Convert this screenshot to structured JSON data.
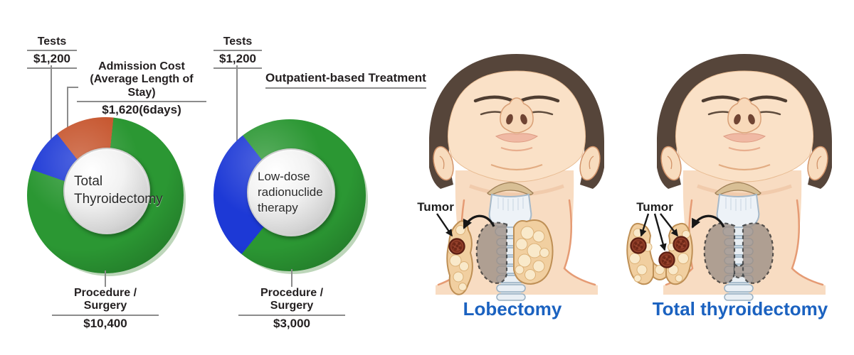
{
  "charts": [
    {
      "center_lines": [
        "Total",
        "Thyroidectomy"
      ],
      "callouts": {
        "tests": {
          "title": "Tests",
          "value": "$1,200"
        },
        "admission": {
          "line1": "Admission Cost",
          "line2": "(Average Length of Stay)",
          "value": "$1,620(6days)"
        },
        "procedure": {
          "title": "Procedure / Surgery",
          "value": "$10,400"
        }
      }
    },
    {
      "center_lines": [
        "Low-dose",
        "radionuclide",
        "therapy"
      ],
      "header": "Outpatient-based Treatment",
      "callouts": {
        "tests": {
          "title": "Tests",
          "value": "$1,200"
        },
        "procedure": {
          "title": "Procedure / Surgery",
          "value": "$3,000"
        }
      }
    }
  ],
  "chart_data": [
    {
      "type": "pie",
      "donut": true,
      "title": "Total Thyroidectomy",
      "categories": [
        "Procedure / Surgery",
        "Tests",
        "Admission Cost (Average Length of Stay)"
      ],
      "values": [
        10400,
        1200,
        1620
      ],
      "value_labels": [
        "$10,400",
        "$1,200",
        "$1,620(6days)"
      ],
      "colors": [
        "#2B9733",
        "#1D39D6",
        "#C6542C"
      ],
      "start_angle_deg": 6,
      "units": "USD",
      "center_label": "Total Thyroidectomy",
      "legend_position": "callouts"
    },
    {
      "type": "pie",
      "donut": true,
      "title": "Low-dose radionuclide therapy",
      "annotation": "Outpatient-based Treatment",
      "categories": [
        "Procedure / Surgery",
        "Tests"
      ],
      "values": [
        3000,
        1200
      ],
      "value_labels": [
        "$3,000",
        "$1,200"
      ],
      "colors": [
        "#2B9733",
        "#1D39D6"
      ],
      "start_angle_deg": -38,
      "units": "USD",
      "center_label": "Low-dose radionuclide therapy",
      "legend_position": "callouts"
    }
  ],
  "illustrations": [
    {
      "caption": "Lobectomy",
      "tumor_label": "Tumor",
      "tumor_count": 1
    },
    {
      "caption": "Total thyroidectomy",
      "tumor_label": "Tumor",
      "tumor_count": 3
    }
  ],
  "colors": {
    "segment_green": "#2B9733",
    "segment_blue": "#1D39D6",
    "segment_orange": "#C6542C",
    "leader_line": "#8C8C8C",
    "caption_blue": "#1B62C0",
    "text": "#231F20"
  }
}
